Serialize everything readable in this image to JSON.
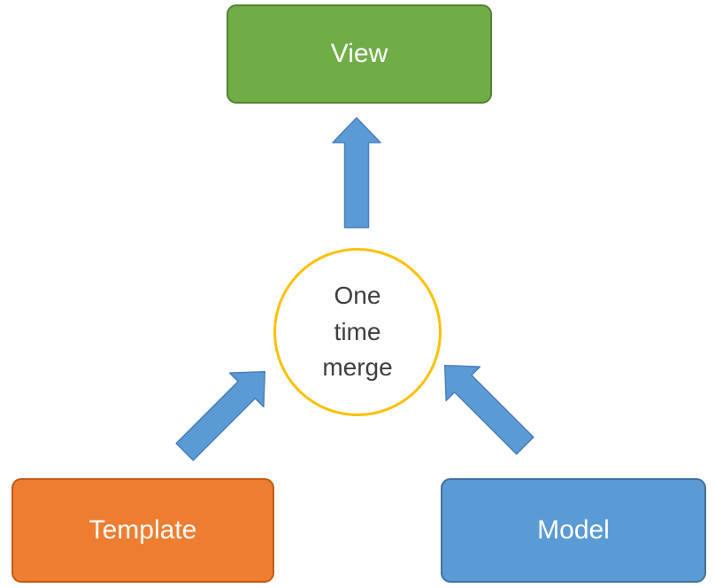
{
  "diagram": {
    "description": "One-time merge diagram: Template and Model merge once into View",
    "background_color": "#FFFFFF",
    "nodes": {
      "view": {
        "label": "View",
        "fill": "#70AD47",
        "border_color": "#548235",
        "text_color": "#FFFFFF",
        "shape": "rounded-rectangle"
      },
      "template": {
        "label": "Template",
        "fill": "#ED7D31",
        "border_color": "#C55A11",
        "text_color": "#FFFFFF",
        "shape": "rounded-rectangle"
      },
      "model": {
        "label": "Model",
        "fill": "#5B9BD5",
        "border_color": "#41719C",
        "text_color": "#FFFFFF",
        "shape": "rounded-rectangle"
      },
      "merge_circle": {
        "lines": [
          "One",
          "time",
          "merge"
        ],
        "label": "One time merge",
        "fill": "#FFFFFF",
        "border_color": "#FFC000",
        "text_color": "#3F3F3F",
        "shape": "circle"
      }
    },
    "arrows": {
      "fill": "#5B9BD5",
      "border_color": "#4A7EBB",
      "style": "block-arrow",
      "items": [
        {
          "name": "circle-to-view",
          "from": "merge_circle",
          "to": "view",
          "direction": "up"
        },
        {
          "name": "template-to-circle",
          "from": "template",
          "to": "merge_circle",
          "direction": "up-right"
        },
        {
          "name": "model-to-circle",
          "from": "model",
          "to": "merge_circle",
          "direction": "up-left"
        }
      ]
    }
  }
}
